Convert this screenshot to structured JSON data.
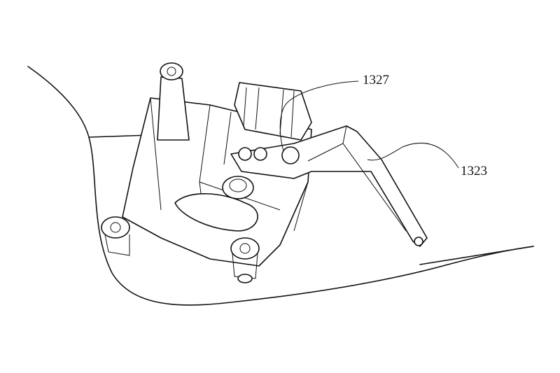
{
  "figure": {
    "labels": [
      {
        "id": "connector",
        "text": "1327"
      },
      {
        "id": "linkage-arm",
        "text": "1323"
      }
    ]
  }
}
